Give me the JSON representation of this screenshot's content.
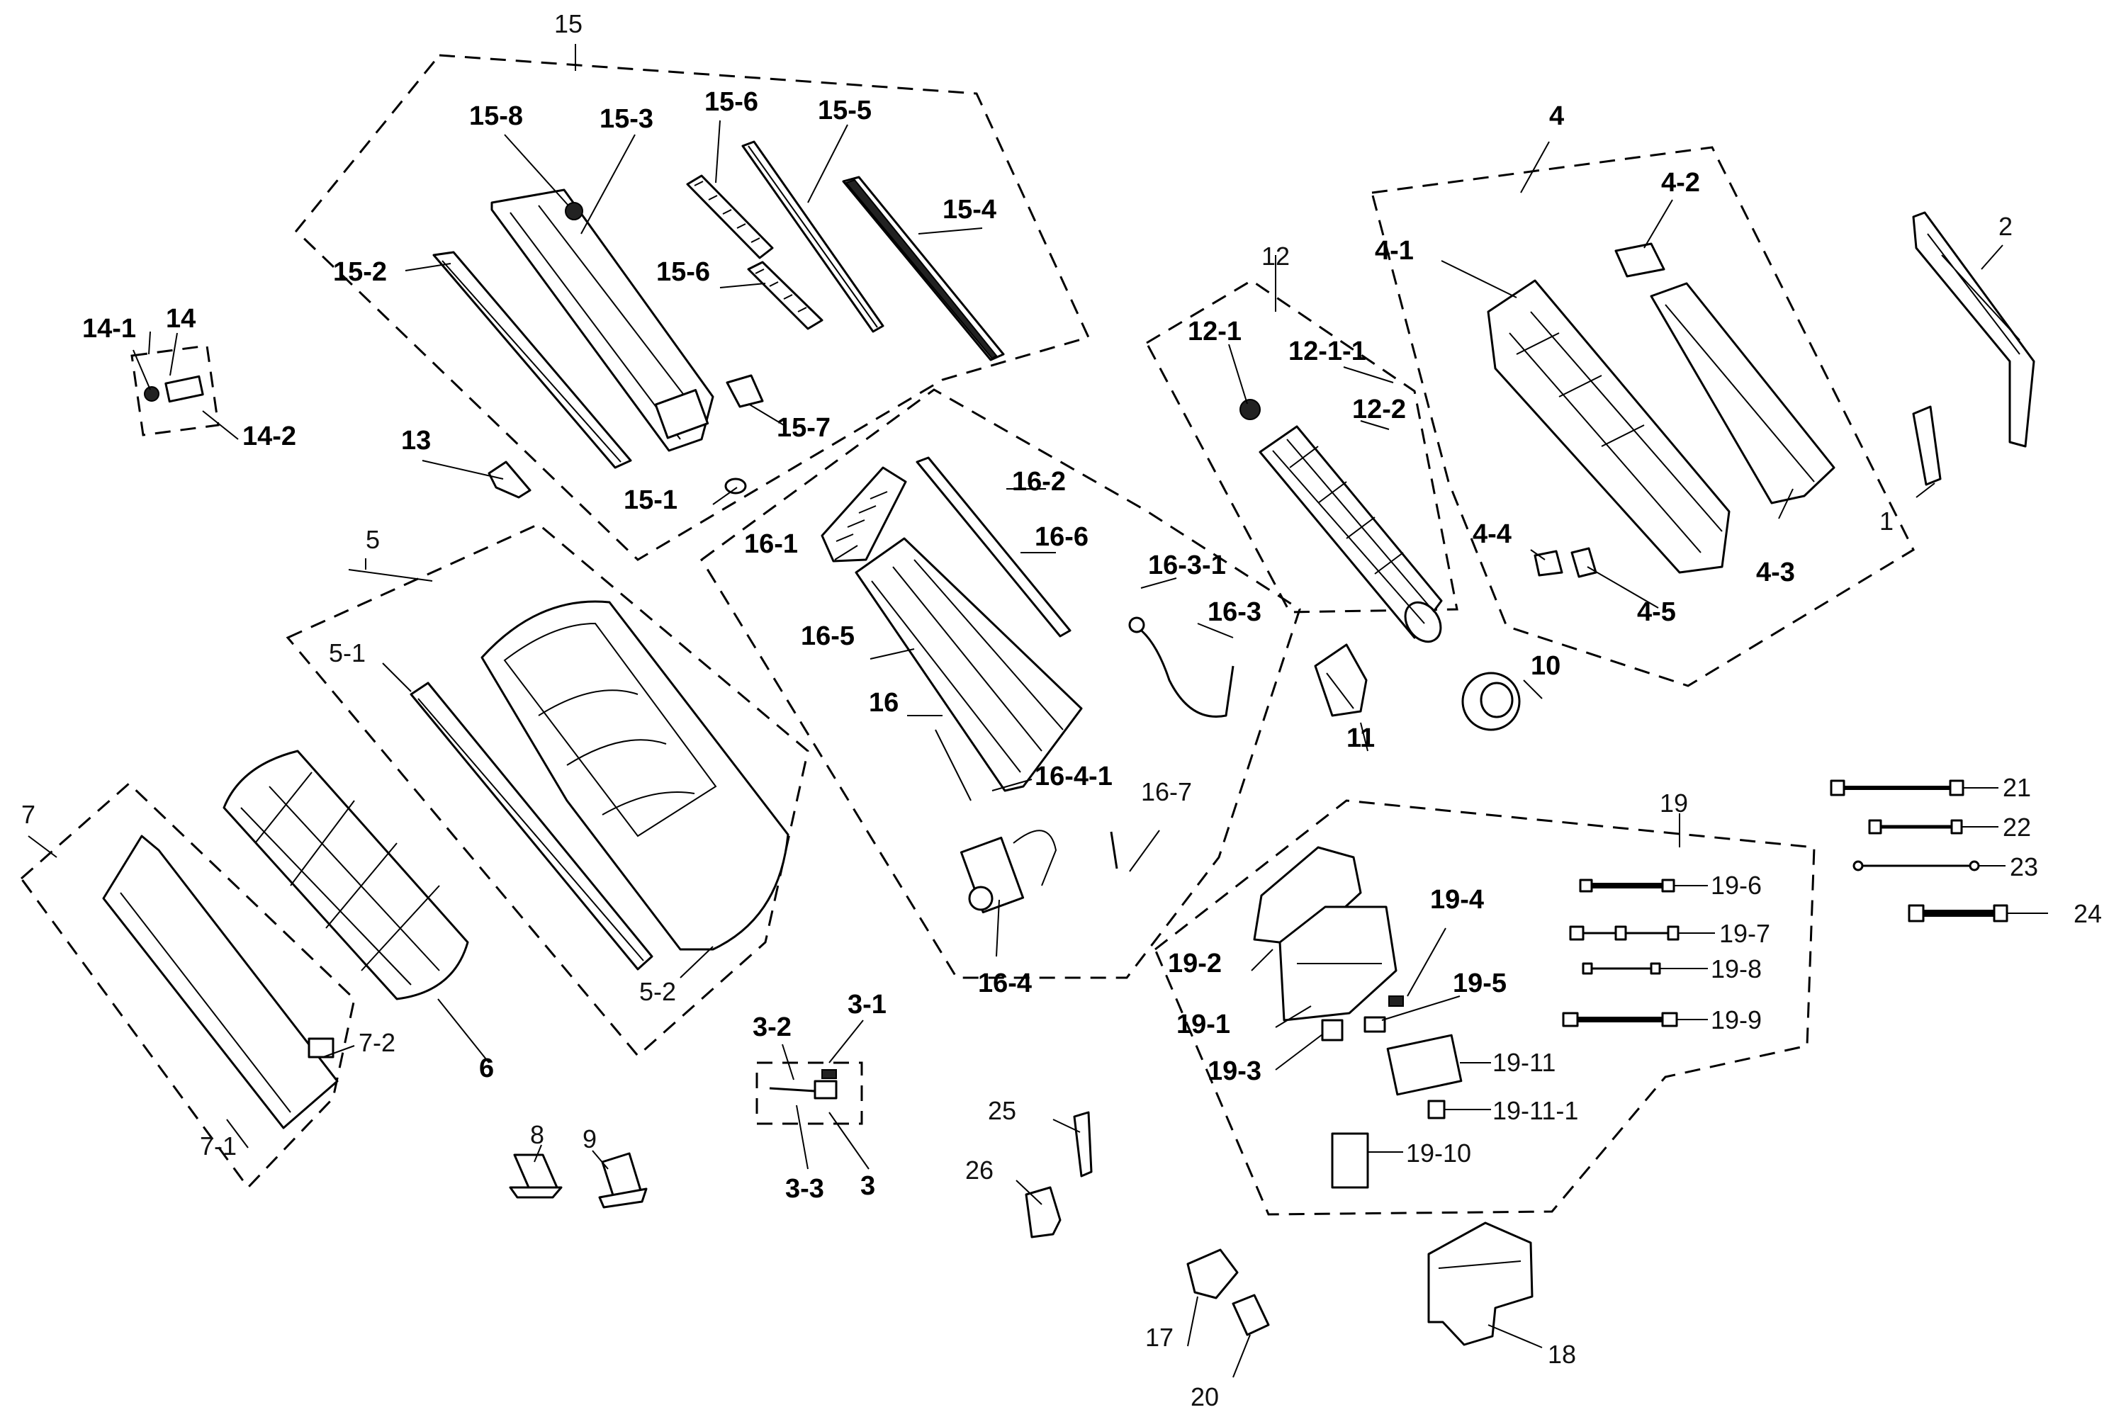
{
  "diagram": {
    "labels": {
      "n1": "1",
      "n2": "2",
      "n3": "3",
      "n3_1": "3-1",
      "n3_2": "3-2",
      "n3_3": "3-3",
      "n4": "4",
      "n4_1": "4-1",
      "n4_2": "4-2",
      "n4_3": "4-3",
      "n4_4": "4-4",
      "n4_5": "4-5",
      "n5": "5",
      "n5_1": "5-1",
      "n5_2": "5-2",
      "n6": "6",
      "n7": "7",
      "n7_1": "7-1",
      "n7_2": "7-2",
      "n8": "8",
      "n9": "9",
      "n10": "10",
      "n11": "11",
      "n12": "12",
      "n12_1": "12-1",
      "n12_1_1": "12-1-1",
      "n12_2": "12-2",
      "n13": "13",
      "n14": "14",
      "n14_1": "14-1",
      "n14_2": "14-2",
      "n15": "15",
      "n15_1": "15-1",
      "n15_2": "15-2",
      "n15_3": "15-3",
      "n15_4": "15-4",
      "n15_5": "15-5",
      "n15_6a": "15-6",
      "n15_6b": "15-6",
      "n15_7": "15-7",
      "n15_8": "15-8",
      "n16": "16",
      "n16_1": "16-1",
      "n16_2": "16-2",
      "n16_3": "16-3",
      "n16_3_1": "16-3-1",
      "n16_4": "16-4",
      "n16_4_1": "16-4-1",
      "n16_5": "16-5",
      "n16_6": "16-6",
      "n16_7": "16-7",
      "n17": "17",
      "n18": "18",
      "n19": "19",
      "n19_1": "19-1",
      "n19_2": "19-2",
      "n19_3": "19-3",
      "n19_4": "19-4",
      "n19_5": "19-5",
      "n19_6": "19-6",
      "n19_7": "19-7",
      "n19_8": "19-8",
      "n19_9": "19-9",
      "n19_10": "19-10",
      "n19_11": "19-11",
      "n19_11_1": "19-11-1",
      "n20": "20",
      "n21": "21",
      "n22": "22",
      "n23": "23",
      "n24": "24",
      "n25": "25",
      "n26": "26"
    }
  }
}
